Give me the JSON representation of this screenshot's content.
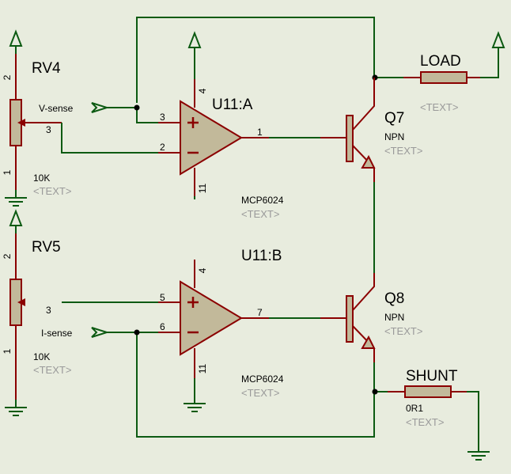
{
  "colors": {
    "background": "#e8ecde",
    "wire": "#0c5a12",
    "pin": "#8b0000",
    "body": "#c2b99a",
    "placeholder": "#9a9a9a"
  },
  "rv4": {
    "ref": "RV4",
    "value": "10K",
    "text": "<TEXT>",
    "pin_top": "2",
    "pin_bottom": "1",
    "pin_wiper": "3"
  },
  "rv5": {
    "ref": "RV5",
    "value": "10K",
    "text": "<TEXT>",
    "pin_top": "2",
    "pin_bottom": "1",
    "pin_wiper": "3"
  },
  "u11a": {
    "ref": "U11:A",
    "part": "MCP6024",
    "text": "<TEXT>",
    "pin_noninv": "3",
    "pin_inv": "2",
    "pin_out": "1",
    "pin_vdd": "4",
    "pin_vss": "11"
  },
  "u11b": {
    "ref": "U11:B",
    "part": "MCP6024",
    "text": "<TEXT>",
    "pin_noninv": "5",
    "pin_inv": "6",
    "pin_out": "7",
    "pin_vdd": "4",
    "pin_vss": "11"
  },
  "q7": {
    "ref": "Q7",
    "type": "NPN",
    "text": "<TEXT>"
  },
  "q8": {
    "ref": "Q8",
    "type": "NPN",
    "text": "<TEXT>"
  },
  "load": {
    "ref": "LOAD",
    "text": "<TEXT>"
  },
  "shunt": {
    "ref": "SHUNT",
    "value": "0R1",
    "text": "<TEXT>"
  },
  "terminals": {
    "v_sense": "V-sense",
    "i_sense": "I-sense"
  },
  "symbols": {
    "plus": "+",
    "minus": "−"
  },
  "icons": {
    "power": "power-arrow-icon",
    "ground": "ground-icon"
  }
}
